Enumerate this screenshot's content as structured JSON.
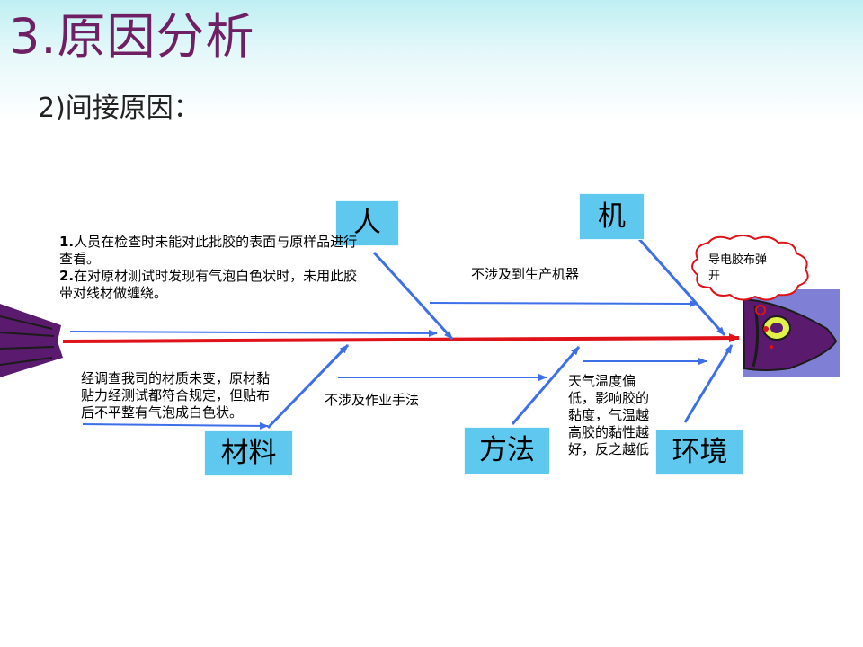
{
  "slide": {
    "title": "3.原因分析",
    "subtitle": "2)间接原因："
  },
  "categories": {
    "people": "人",
    "machine": "机",
    "material": "材料",
    "method": "方法",
    "environment": "环境"
  },
  "notes": {
    "people": [
      {
        "num": "1.",
        "text": "人员在检查时未能对此批胶的表面与原样品进行查看。"
      },
      {
        "num": "2.",
        "text": "在对原材测试时发现有气泡白色状时，未用此胶带对线材做缠绕。"
      }
    ],
    "machine": "不涉及到生产机器",
    "material": "经调查我司的材质未变，原材黏贴力经测试都符合规定，但贴布后不平整有气泡成白色状。",
    "method": "不涉及作业手法",
    "environment": "天气温度偏低，影响胶的黏度，气温越高胶的黏性越好，反之越低"
  },
  "effect": "导电胶布弹开",
  "colors": {
    "spine": "#e0121a",
    "arrow": "#3d6fe8",
    "box": "#5fc8ef",
    "title": "#6f1f63",
    "fish": "#5a1a6e"
  }
}
